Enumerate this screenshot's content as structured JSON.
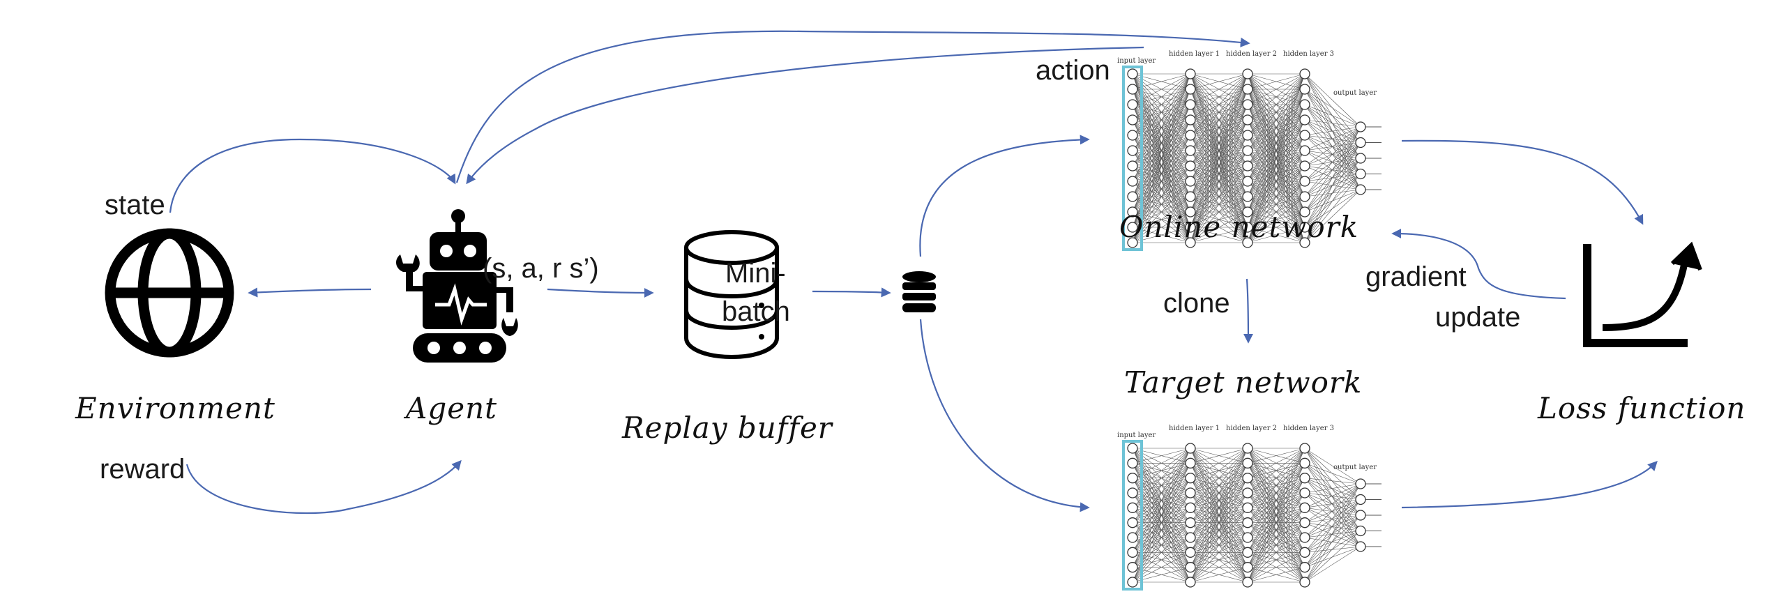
{
  "colors": {
    "arrow": "#4a68b1",
    "icon": "#000000",
    "input_box": "#6ec3d6"
  },
  "labels": {
    "state": "state",
    "reward": "reward",
    "action": "action",
    "transition": "(s, a, r s’)",
    "mini": "Mini-",
    "batch": "batch",
    "clone": "clone",
    "gradient": "gradient",
    "update": "update"
  },
  "titles": {
    "environment": "Environment",
    "agent": "Agent",
    "replay_buffer": "Replay buffer",
    "online_network": "Online network",
    "target_network": "Target network",
    "loss_function": "Loss function"
  },
  "network": {
    "input_layer": "input layer",
    "hidden_layer_1": "hidden layer 1",
    "hidden_layer_2": "hidden layer 2",
    "hidden_layer_3": "hidden layer 3",
    "output_layer": "output layer"
  },
  "icons": {
    "environment": "globe-icon",
    "agent": "robot-icon",
    "replay_buffer": "database-icon",
    "mini_batch": "small-database-icon",
    "loss": "loss-curve-icon"
  }
}
